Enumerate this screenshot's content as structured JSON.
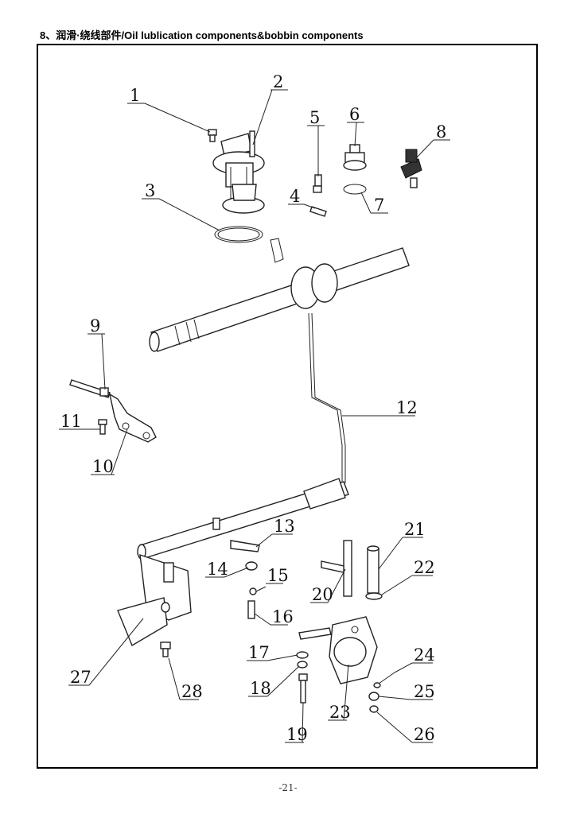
{
  "header": {
    "title": "8、润滑·绕线部件/Oil lublication components&bobbin components"
  },
  "footer": {
    "page_number": "-21-"
  },
  "callouts": [
    "1",
    "2",
    "3",
    "4",
    "5",
    "6",
    "7",
    "8",
    "9",
    "10",
    "11",
    "12",
    "13",
    "14",
    "15",
    "16",
    "17",
    "18",
    "19",
    "20",
    "21",
    "22",
    "23",
    "24",
    "25",
    "26",
    "27",
    "28"
  ]
}
